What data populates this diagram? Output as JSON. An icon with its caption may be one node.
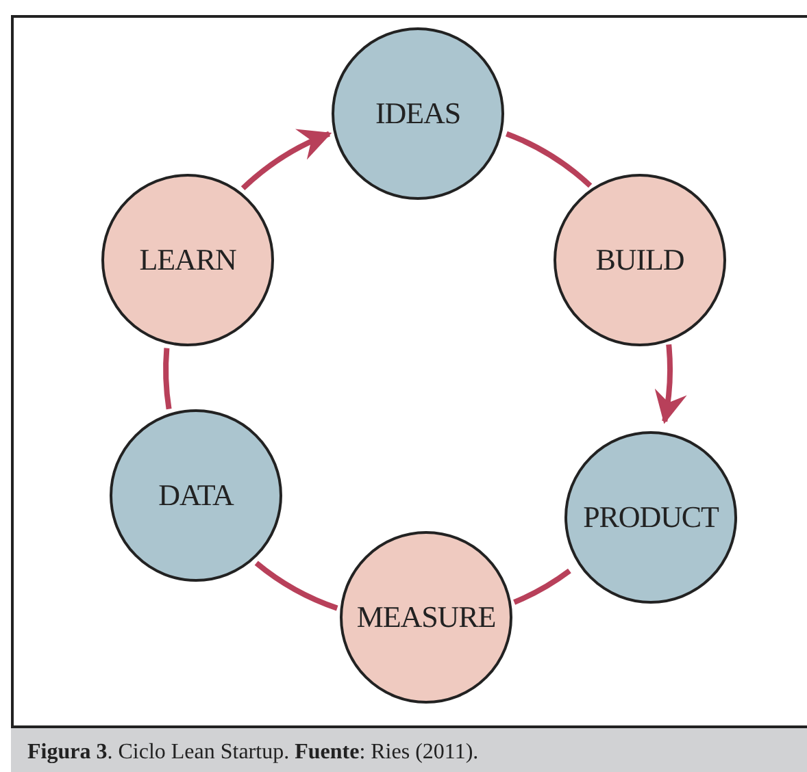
{
  "diagram": {
    "caption": "**Figura 3**. Ciclo Lean Startup. **Fuente**: Ries (2011).",
    "nodes": [
      {
        "text": [
          "IDEAS"
        ]
      },
      {
        "text": [
          "LEARN"
        ]
      },
      {
        "text": [
          "BUILD"
        ]
      },
      {
        "text": [
          "DATA"
        ]
      },
      {
        "text": [
          "PRODUCT"
        ]
      },
      {
        "text": [
          "MEASURE"
        ]
      }
    ],
    "edges": [
      {
        "from": 0,
        "to": 2,
        "arrow": "none"
      },
      {
        "from": 2,
        "to": 4,
        "arrow": "to"
      },
      {
        "from": 4,
        "to": 5,
        "arrow": "none"
      },
      {
        "from": 5,
        "to": 3,
        "arrow": "none"
      },
      {
        "from": 3,
        "to": 1,
        "arrow": "none"
      },
      {
        "from": 1,
        "to": 0,
        "arrow": "to"
      }
    ]
  }
}
